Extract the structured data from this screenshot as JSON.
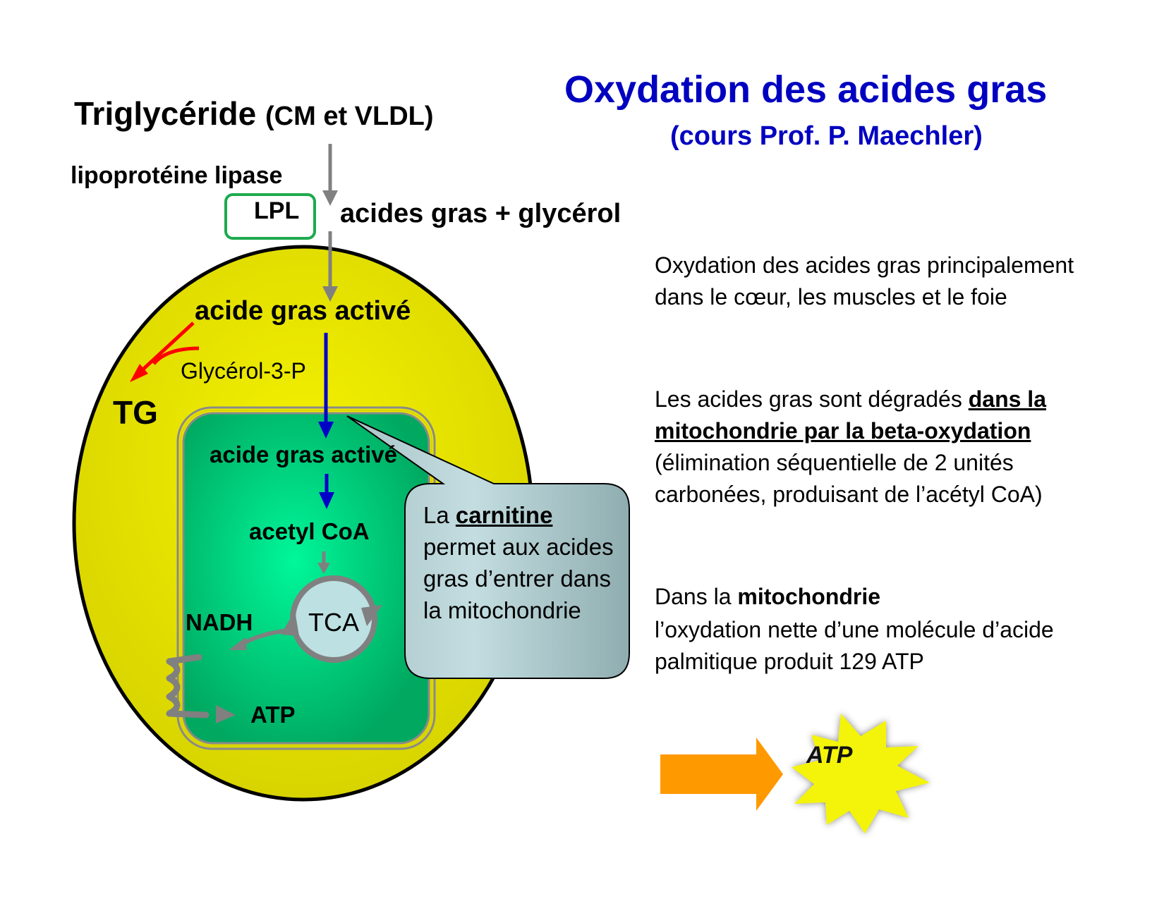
{
  "header": {
    "title": "Oxydation des acides gras",
    "subtitle": "(cours Prof. P. Maechler)"
  },
  "diagram": {
    "source": {
      "main": "Triglycéride",
      "qualifier": "(CM et VLDL)"
    },
    "enzyme": {
      "full_name": "lipoprotéine lipase",
      "abbrev": "LPL",
      "box_color": "#1daa4e"
    },
    "products": "acides gras + glycérol",
    "cell": {
      "activated_fa": "acide gras activé",
      "glycerol3p": "Glycérol-3-P",
      "tg": "TG",
      "fill_color": "#e8e400"
    },
    "mitochondrion": {
      "activated_fa": "acide gras activé",
      "acetyl_coa": "acetyl CoA",
      "tca": "TCA",
      "nadh": "NADH",
      "atp": "ATP",
      "fill_color": "#00c878"
    },
    "callout": {
      "prefix": "La ",
      "keyword": "carnitine",
      "rest": "permet aux acides gras d’entrer dans la mitochondrie"
    },
    "arrow_colors": {
      "gray": "#808080",
      "blue": "#0000c8",
      "red": "#ff0000",
      "orange": "#ff9900"
    }
  },
  "right_text": {
    "para1": "Oxydation des acides gras principalement dans le cœur, les muscles et le foie",
    "para2": {
      "intro": "Les acides gras sont dégradés ",
      "bold_underlined": "dans la mitochondrie par la beta-oxydation ",
      "rest": "(élimination séquentielle de 2 unités carbonées, produisant de l’acétyl CoA)"
    },
    "para3": {
      "intro": "Dans la ",
      "bold": "mitochondrie",
      "line2": "l’oxydation nette d’une molécule d’acide palmitique produit 129 ATP"
    }
  },
  "atp_badge": {
    "label": "ATP",
    "star_color": "#f4f40a"
  }
}
